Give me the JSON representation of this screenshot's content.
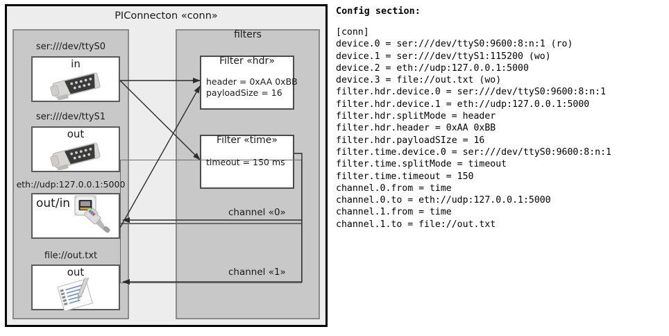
{
  "diagram": {
    "title": "PIConnecton «conn»",
    "devices_group": {
      "devices": [
        {
          "label": "ser:///dev/ttyS0",
          "io": "in",
          "icon": "serial-port-icon"
        },
        {
          "label": "ser:///dev/ttyS1",
          "io": "out",
          "icon": "serial-port-icon"
        },
        {
          "label": "eth://udp:127.0.0.1:5000",
          "io": "out/in",
          "icon": "ethernet-plug-icon"
        },
        {
          "label": "file://out.txt",
          "io": "out",
          "icon": "text-file-icon"
        }
      ]
    },
    "filters_group": {
      "title": "filters",
      "filters": [
        {
          "title": "Filter «hdr»",
          "attrs": [
            "header = 0xAA 0xBB",
            "payloadSize = 16"
          ]
        },
        {
          "title": "Filter «time»",
          "attrs": [
            "timeout = 150 ms"
          ]
        }
      ],
      "channels": [
        {
          "label": "channel «0»"
        },
        {
          "label": "channel «1»"
        }
      ]
    }
  },
  "config": {
    "heading": "Config section:",
    "text": "[conn]\ndevice.0 = ser:///dev/ttyS0:9600:8:n:1 (ro)\ndevice.1 = ser:///dev/ttyS1:115200 (wo)\ndevice.2 = eth://udp:127.0.0.1:5000\ndevice.3 = file://out.txt (wo)\nfilter.hdr.device.0 = ser:///dev/ttyS0:9600:8:n:1\nfilter.hdr.device.1 = eth://udp:127.0.0.1:5000\nfilter.hdr.splitMode = header\nfilter.hdr.header = 0xAA 0xBB\nfilter.hdr.payloadSIze = 16\nfilter.time.device.0 = ser:///dev/ttyS0:9600:8:n:1\nfilter.time.splitMode = timeout\nfilter.time.timeout = 150\nchannel.0.from = time\nchannel.0.to = eth://udp:127.0.0.1:5000\nchannel.1.from = time\nchannel.1.to = file://out.txt"
  },
  "colors": {
    "page_bg": "#ffffff",
    "frame_bg": "#ededed",
    "group_bg": "#c8c8c8",
    "node_bg": "#ffffff",
    "line": "#2b2b2b"
  }
}
